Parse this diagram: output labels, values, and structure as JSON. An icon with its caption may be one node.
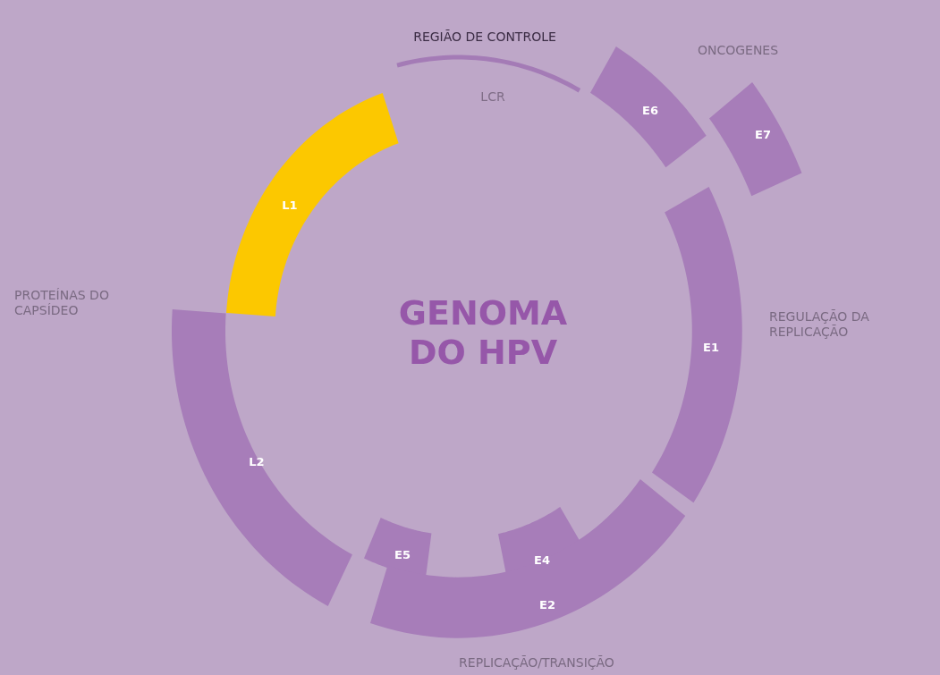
{
  "diagram": {
    "title": "GENOMA DO HPV",
    "nodes": [
      {
        "text": [
          "LCR"
        ]
      },
      {
        "text": [
          "E6"
        ]
      },
      {
        "text": [
          "E7"
        ]
      },
      {
        "text": [
          "L1"
        ]
      },
      {
        "text": [
          "E1"
        ]
      },
      {
        "text": [
          "L2"
        ]
      },
      {
        "text": [
          "E5"
        ]
      },
      {
        "text": [
          "E4"
        ]
      },
      {
        "text": [
          "E2"
        ]
      }
    ],
    "labels": [
      "REGIÃO DE CONTROLE",
      "ONCOGENES",
      "PROTEÍNAS DO CAPSÍDEO",
      "REGULAÇÃO DA REPLICAÇÃO",
      "REPLICAÇÃO/TRANSIÇÃO"
    ]
  }
}
